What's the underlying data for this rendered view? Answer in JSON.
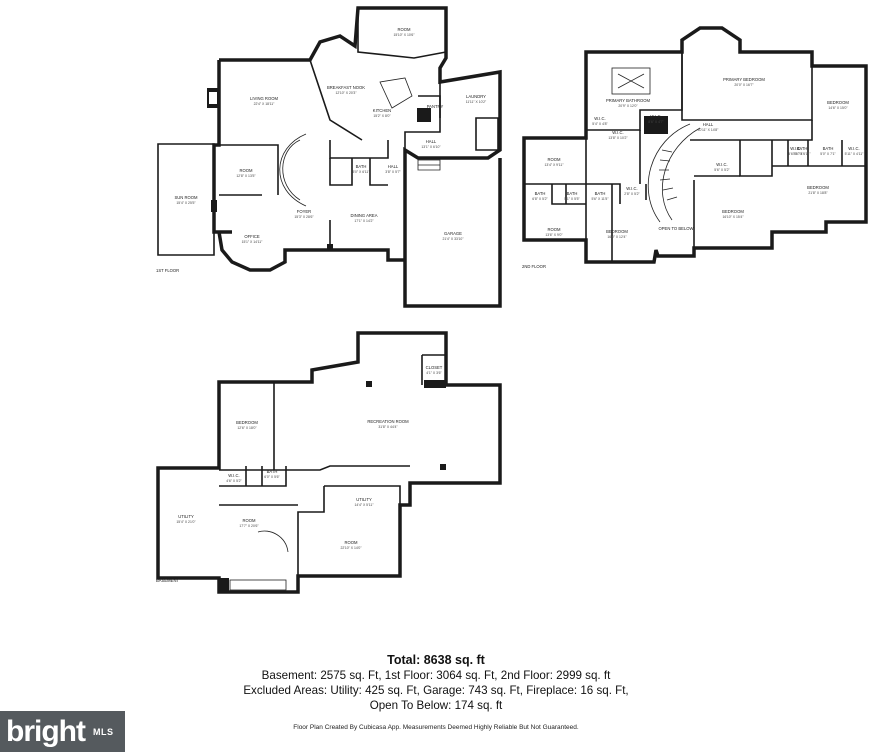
{
  "floors": {
    "first": {
      "label": "1ST FLOOR",
      "rooms": [
        {
          "key": "room_top",
          "name": "ROOM",
          "dims": "15'10\" X 10'6\""
        },
        {
          "key": "living",
          "name": "LIVING ROOM",
          "dims": "22'4\" X 18'11\""
        },
        {
          "key": "breakfast",
          "name": "BREAKFAST NOOK",
          "dims": "12'10\" X 20'3\""
        },
        {
          "key": "kitchen",
          "name": "KITCHEN",
          "dims": "15'2\" X 8'0\""
        },
        {
          "key": "pantry",
          "name": "PANTRY",
          "dims": ""
        },
        {
          "key": "laundry",
          "name": "LAUNDRY",
          "dims": "11'11\" X 10'2\""
        },
        {
          "key": "hall",
          "name": "HALL",
          "dims": "13'1\" X 6'10\""
        },
        {
          "key": "bath",
          "name": "BATH",
          "dims": "5'0\" X 6'11\""
        },
        {
          "key": "hall2",
          "name": "HALL",
          "dims": "3'8\" X 5'7\""
        },
        {
          "key": "room_mid",
          "name": "ROOM",
          "dims": "12'8\" X 13'5\""
        },
        {
          "key": "sunroom",
          "name": "SUN ROOM",
          "dims": "15'4\" X 25'5\""
        },
        {
          "key": "foyer",
          "name": "FOYER",
          "dims": "15'3\" X 28'6\""
        },
        {
          "key": "dining",
          "name": "DINING AREA",
          "dims": "17'1\" X 14'2\""
        },
        {
          "key": "office",
          "name": "OFFICE",
          "dims": "15'1\" X 14'11\""
        },
        {
          "key": "garage",
          "name": "GARAGE",
          "dims": "21'4\" X 33'10\""
        }
      ]
    },
    "second": {
      "label": "2ND FLOOR",
      "rooms": [
        {
          "key": "primary_bed",
          "name": "PRIMARY BEDROOM",
          "dims": "20'0\" X 16'7\""
        },
        {
          "key": "primary_bath",
          "name": "PRIMARY BATHROOM",
          "dims": "20'9\" X 12'0\""
        },
        {
          "key": "bedroom_ne",
          "name": "BEDROOM",
          "dims": "14'6\" X 15'0\""
        },
        {
          "key": "wic1",
          "name": "W.I.C.",
          "dims": "5'4\" X 4'8\""
        },
        {
          "key": "wic2",
          "name": "W.I.C.",
          "dims": "13'8\" X 10'2\""
        },
        {
          "key": "wic3",
          "name": "W.I.C.",
          "dims": "8'6\" X 4'7\""
        },
        {
          "key": "hall",
          "name": "HALL",
          "dims": "40'11\" X 14'8\""
        },
        {
          "key": "room_w",
          "name": "ROOM",
          "dims": "13'4\" X 9'11\""
        },
        {
          "key": "bath_a",
          "name": "BATH",
          "dims": "6'8\" X 5'2\""
        },
        {
          "key": "bath_b",
          "name": "BATH",
          "dims": "5'1\" X 5'5\""
        },
        {
          "key": "bath_c",
          "name": "BATH",
          "dims": "5'6\" X 11'5\""
        },
        {
          "key": "bath_d",
          "name": "BATH",
          "dims": "8'5\" X 6'11\""
        },
        {
          "key": "wic4",
          "name": "W.I.C.",
          "dims": "2'8\" X 5'2\""
        },
        {
          "key": "wic5",
          "name": "W.I.C.",
          "dims": "5'6\" X 5'2\""
        },
        {
          "key": "wic6",
          "name": "W.I.C.",
          "dims": "5'6\" X 7'1\""
        },
        {
          "key": "wic7",
          "name": "W.I.C.",
          "dims": "5'11\" X 4'11\""
        },
        {
          "key": "bath_e",
          "name": "BATH",
          "dims": "5'0\" X 7'1\""
        },
        {
          "key": "bedroom_e",
          "name": "BEDROOM",
          "dims": "21'8\" X 18'8\""
        },
        {
          "key": "bedroom_c",
          "name": "BEDROOM",
          "dims": "16'10\" X 15'4\""
        },
        {
          "key": "open",
          "name": "OPEN TO BELOW",
          "dims": ""
        },
        {
          "key": "room_sw",
          "name": "ROOM",
          "dims": "13'6\" X 9'0\""
        },
        {
          "key": "bedroom_s",
          "name": "BEDROOM",
          "dims": "16'0\" X 12'4\""
        }
      ]
    },
    "basement": {
      "label": "BASEMENT",
      "rooms": [
        {
          "key": "bedroom",
          "name": "BEDROOM",
          "dims": "12'6\" X 18'0\""
        },
        {
          "key": "recreation",
          "name": "RECREATION ROOM",
          "dims": "31'8\" X 44'4\""
        },
        {
          "key": "closet",
          "name": "CLOSET",
          "dims": "4'1\" X 3'6\""
        },
        {
          "key": "wic",
          "name": "W.I.C.",
          "dims": "4'6\" X 5'2\""
        },
        {
          "key": "bath",
          "name": "BATH",
          "dims": "6'0\" X 5'6\""
        },
        {
          "key": "utility_c",
          "name": "UTILITY",
          "dims": "14'4\" X 5'11\""
        },
        {
          "key": "utility_w",
          "name": "UTILITY",
          "dims": "15'4\" X 21'0\""
        },
        {
          "key": "room_c",
          "name": "ROOM",
          "dims": "17'7\" X 20'6\""
        },
        {
          "key": "room_e",
          "name": "ROOM",
          "dims": "22'10\" X 14'0\""
        }
      ]
    }
  },
  "summary": {
    "total": "Total: 8638 sq. ft",
    "line1": "Basement: 2575 sq. Ft, 1st Floor: 3064 sq. Ft, 2nd Floor: 2999 sq. ft",
    "line2": "Excluded Areas: Utility: 425 sq. Ft, Garage: 743 sq. Ft, Fireplace: 16 sq. Ft,",
    "line3": "Open To Below: 174 sq. ft"
  },
  "credit": "Floor Plan Created By Cubicasa App. Measurements Deemed Highly Reliable But Not Guaranteed.",
  "logo": {
    "wordmark": "bright",
    "suffix": "MLS"
  }
}
